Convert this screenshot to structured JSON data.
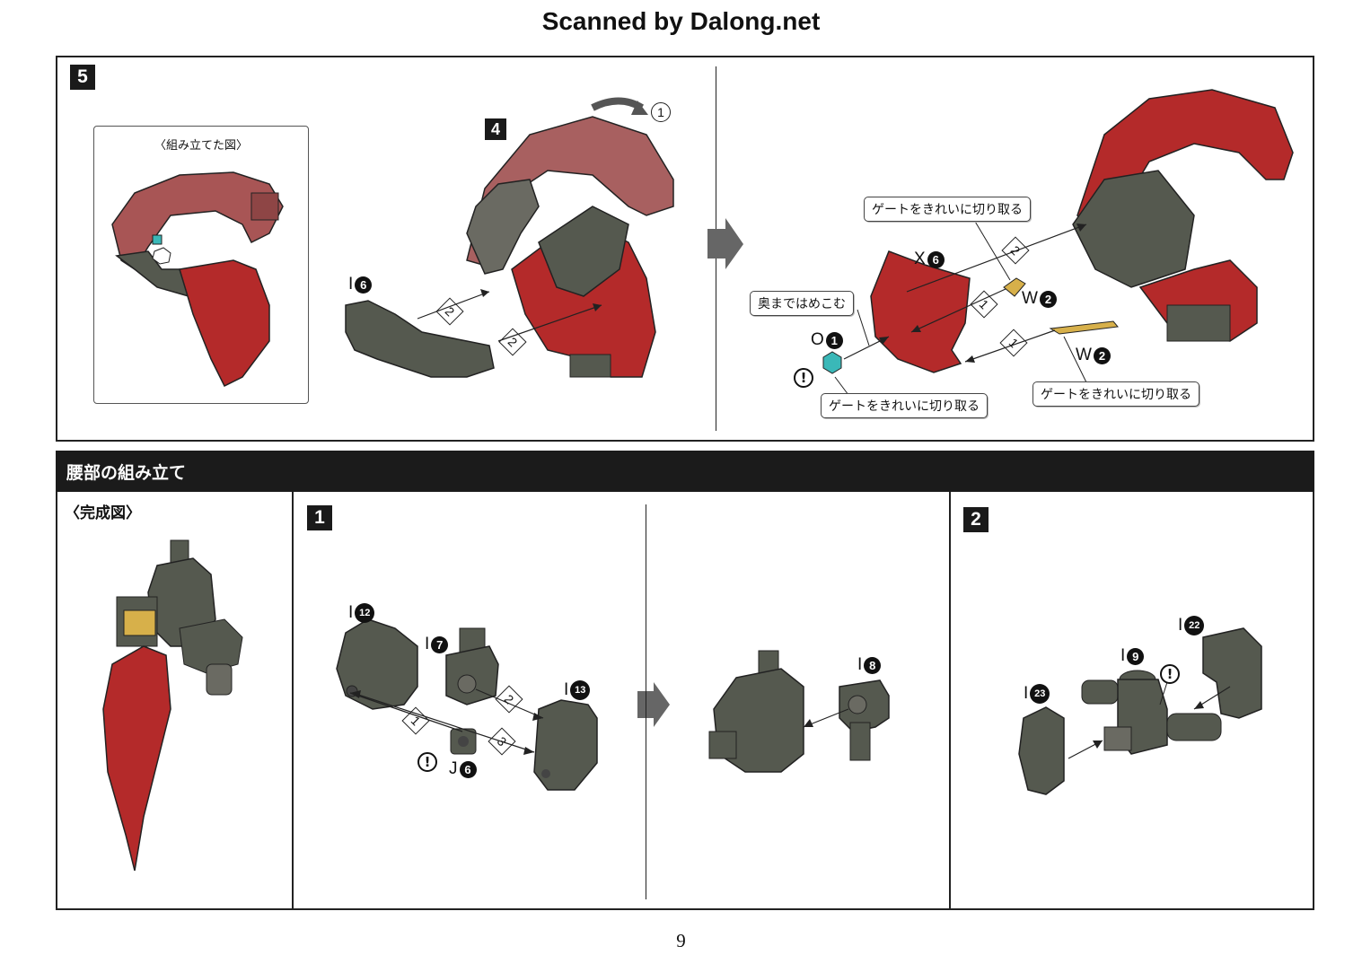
{
  "header": {
    "scan_credit": "Scanned by Dalong.net"
  },
  "top_panel": {
    "step_main": "5",
    "step_sub": "4",
    "assembled_label": "〈組み立てた図〉",
    "arrow_labels": {
      "rot": "1",
      "a": "2",
      "b": "2"
    },
    "part_i6": {
      "letter": "I",
      "num": "6"
    },
    "right": {
      "callout_gate_top": "ゲートをきれいに切り取る",
      "callout_push": "奥まではめこむ",
      "callout_gate_bottom": "ゲートをきれいに切り取る",
      "callout_gate_right": "ゲートをきれいに切り取る",
      "part_x6": {
        "letter": "X",
        "num": "6"
      },
      "part_w2a": {
        "letter": "W",
        "num": "2"
      },
      "part_w2b": {
        "letter": "W",
        "num": "2"
      },
      "part_o1": {
        "letter": "O",
        "num": "1"
      },
      "arrow_labels": {
        "a": "2",
        "b": "1",
        "c": "1"
      },
      "excl": "!"
    }
  },
  "waist_section": {
    "title": "腰部の組み立て",
    "finished_label": "〈完成図〉",
    "step1": {
      "badge": "1",
      "parts": {
        "i12": {
          "letter": "I",
          "num": "12"
        },
        "i7": {
          "letter": "I",
          "num": "7"
        },
        "i13": {
          "letter": "I",
          "num": "13"
        },
        "j6": {
          "letter": "J",
          "num": "6"
        },
        "i8": {
          "letter": "I",
          "num": "8"
        }
      },
      "arrow_labels": {
        "a": "1",
        "b": "2",
        "c": "3"
      },
      "excl": "!"
    },
    "step2": {
      "badge": "2",
      "parts": {
        "i22": {
          "letter": "I",
          "num": "22"
        },
        "i9": {
          "letter": "I",
          "num": "9"
        },
        "i23": {
          "letter": "I",
          "num": "23"
        }
      },
      "excl": "!"
    }
  },
  "footer": {
    "page_number": "9"
  },
  "colors": {
    "red": "#b42a2a",
    "dark": "#55594f",
    "gold": "#d7b04a",
    "teal": "#3ab8b8"
  }
}
